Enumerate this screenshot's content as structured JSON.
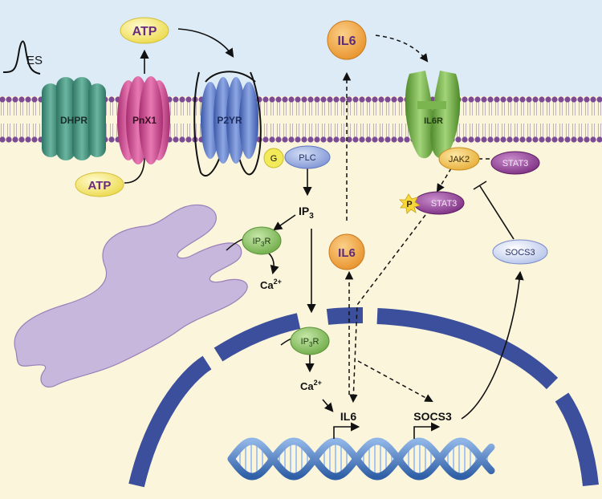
{
  "stimulus": {
    "label": "ES"
  },
  "membrane_proteins": {
    "dhpr": "DHPR",
    "pnx1": "PnX1",
    "p2yr": "P2YR",
    "il6r": "IL6R"
  },
  "molecules": {
    "atp_outside": "ATP",
    "atp_inside": "ATP",
    "il6_outside": "IL6",
    "il6_cytoplasm": "IL6",
    "g_protein": "G",
    "plc": "PLC",
    "ip3_base": "IP",
    "ip3_sub": "3",
    "ip3r_er_base": "IP",
    "ip3r_er_sub": "3",
    "ip3r_er_suffix": "R",
    "ca_er_base": "Ca",
    "ca_er_sup": "2+",
    "ip3r_nuc_base": "IP",
    "ip3r_nuc_sub": "3",
    "ip3r_nuc_suffix": "R",
    "ca_nuc_base": "Ca",
    "ca_nuc_sup": "2+",
    "jak2": "JAK2",
    "stat3": "STAT3",
    "p_stat3": "STAT3",
    "phospho": "P",
    "socs3": "SOCS3"
  },
  "genes": {
    "il6": "IL6",
    "socs3": "SOCS3"
  },
  "colors": {
    "extracellular": "#dcebf6",
    "cytoplasm": "#fbf5dc",
    "membrane_head": "#7b4b93",
    "er": "#c8b7dc",
    "nuclear_envelope": "#3c4f9c",
    "dhpr": "#3e8a78",
    "pnx1": "#c64389",
    "p2yr": "#4e6fc2",
    "il6r": "#6aa63a",
    "atp": "#f6ea6a",
    "il6": "#f0a43a",
    "plc": "#93a6dd",
    "ip3r": "#86bd62",
    "jak2": "#f3c150",
    "stat3": "#8e3b91",
    "socs3": "#c9d3f0",
    "dna": "#4f7fc3"
  }
}
